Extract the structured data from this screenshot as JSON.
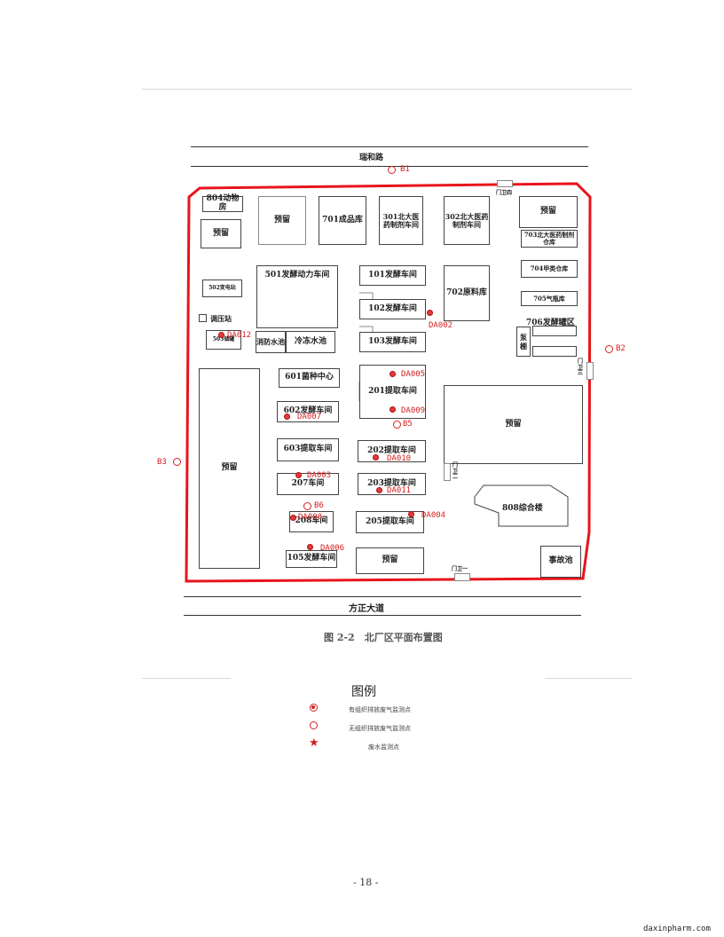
{
  "roads": {
    "north": "瑞和路",
    "south": "方正大道"
  },
  "buildings": {
    "b804": "804动物房",
    "reserve_nw": "预留",
    "reserve_top": "预留",
    "b701": "701成品库",
    "b301": "301北大医药制剂车间",
    "b302": "302北大医药制剂车间",
    "reserve_ne": "预留",
    "b703": "703北大医药制剂仓库",
    "b704": "704甲类仓库",
    "b705": "705气瓶库",
    "b706": "706发酵罐区",
    "pump": "泵棚",
    "b502": "502变电站",
    "pressure": "调压站",
    "b503": "503储罐",
    "b501": "501发酵动力车间",
    "fire_pool": "消防水池",
    "cold_pool": "冷冻水池",
    "b101": "101发酵车间",
    "b102": "102发酵车间",
    "b103": "103发酵车间",
    "b702": "702原料库",
    "b601": "601菌种中心",
    "b201": "201提取车间",
    "b602": "602发酵车间",
    "reserve_mid": "预留",
    "reserve_west": "预留",
    "b603": "603提取车间",
    "b202": "202提取车间",
    "b203": "203提取车间",
    "b207": "207车间",
    "b808": "808综合楼",
    "b208": "208车间",
    "b205": "205提取车间",
    "b105": "105发酵车间",
    "reserve_s": "预留",
    "accident_pool": "事故池",
    "gate1": "门卫一",
    "gate2": "门卫二",
    "gate3": "门卫三",
    "gate4": "门卫四"
  },
  "points": {
    "B1": "B1",
    "B2": "B2",
    "B3": "B3",
    "B5": "B5",
    "B6": "B6",
    "DA002": "DA002",
    "DA003": "DA003",
    "DA004": "DA004",
    "DA005": "DA005",
    "DA006": "DA006",
    "DA007": "DA007",
    "DA008": "DA008",
    "DA009": "DA009",
    "DA010": "DA010",
    "DA011": "DA011",
    "DA012": "DA012"
  },
  "caption": "图 2-2　北厂区平面布置图",
  "legend": {
    "title": "图例",
    "organized": "有组织排放废气监测点",
    "unorganized": "无组织排放废气监测点",
    "wastewater": "废水监测点"
  },
  "page_number": "- 18 -",
  "watermark": "daxinpharm.com",
  "colors": {
    "boundary": "#e8141c",
    "marker": "#d42020"
  }
}
